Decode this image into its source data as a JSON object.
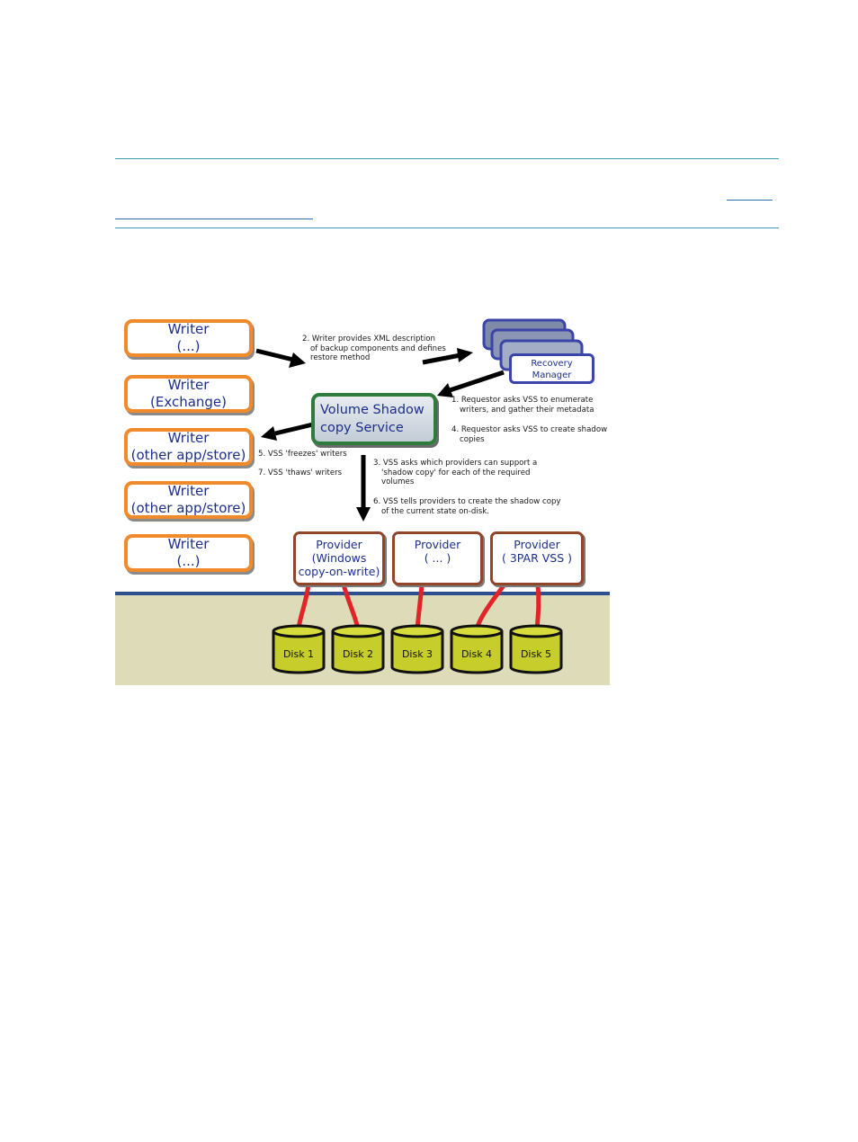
{
  "diagram": {
    "writers": [
      {
        "line1": "Writer",
        "line2": "(...)"
      },
      {
        "line1": "Writer",
        "line2": "(Exchange)"
      },
      {
        "line1": "Writer",
        "line2": "(other app/store)"
      },
      {
        "line1": "Writer",
        "line2": "(other app/store)"
      },
      {
        "line1": "Writer",
        "line2": "(...)"
      }
    ],
    "requestor": {
      "line1": "Recovery",
      "line2": "Manager"
    },
    "vss": {
      "line1": "Volume Shadow",
      "line2": "copy Service"
    },
    "providers": [
      {
        "line1": "Provider",
        "line2": "(Windows",
        "line3": "copy-on-write)"
      },
      {
        "line1": "Provider",
        "line2": "( ... )"
      },
      {
        "line1": "Provider",
        "line2": "( 3PAR VSS )"
      }
    ],
    "disks": [
      "Disk 1",
      "Disk 2",
      "Disk 3",
      "Disk 4",
      "Disk 5"
    ],
    "steps": {
      "s2": [
        "2. Writer provides XML description",
        "of backup components and defines",
        "restore method"
      ],
      "s1": [
        "1. Requestor asks VSS to enumerate",
        "writers, and gather their metadata"
      ],
      "s4": [
        "4. Requestor asks VSS to create shadow",
        "copies"
      ],
      "s5": "5. VSS 'freezes' writers",
      "s7": "7.  VSS 'thaws' writers",
      "s3": [
        "3. VSS asks which providers can support a",
        "'shadow copy' for each of the required",
        "volumes"
      ],
      "s6": [
        "6. VSS tells providers to create the shadow copy",
        "of the current state on-disk."
      ]
    },
    "colors": {
      "writer_border": "#f08a2a",
      "provider_border": "#93452a",
      "vss_border": "#2e7b3c",
      "requestor_border": "#3b44a8",
      "disk_fill": "#c7cd2a",
      "cable": "#e0252a",
      "storage_bg": "#dedcb8",
      "storage_line": "#2f4f8f"
    }
  }
}
